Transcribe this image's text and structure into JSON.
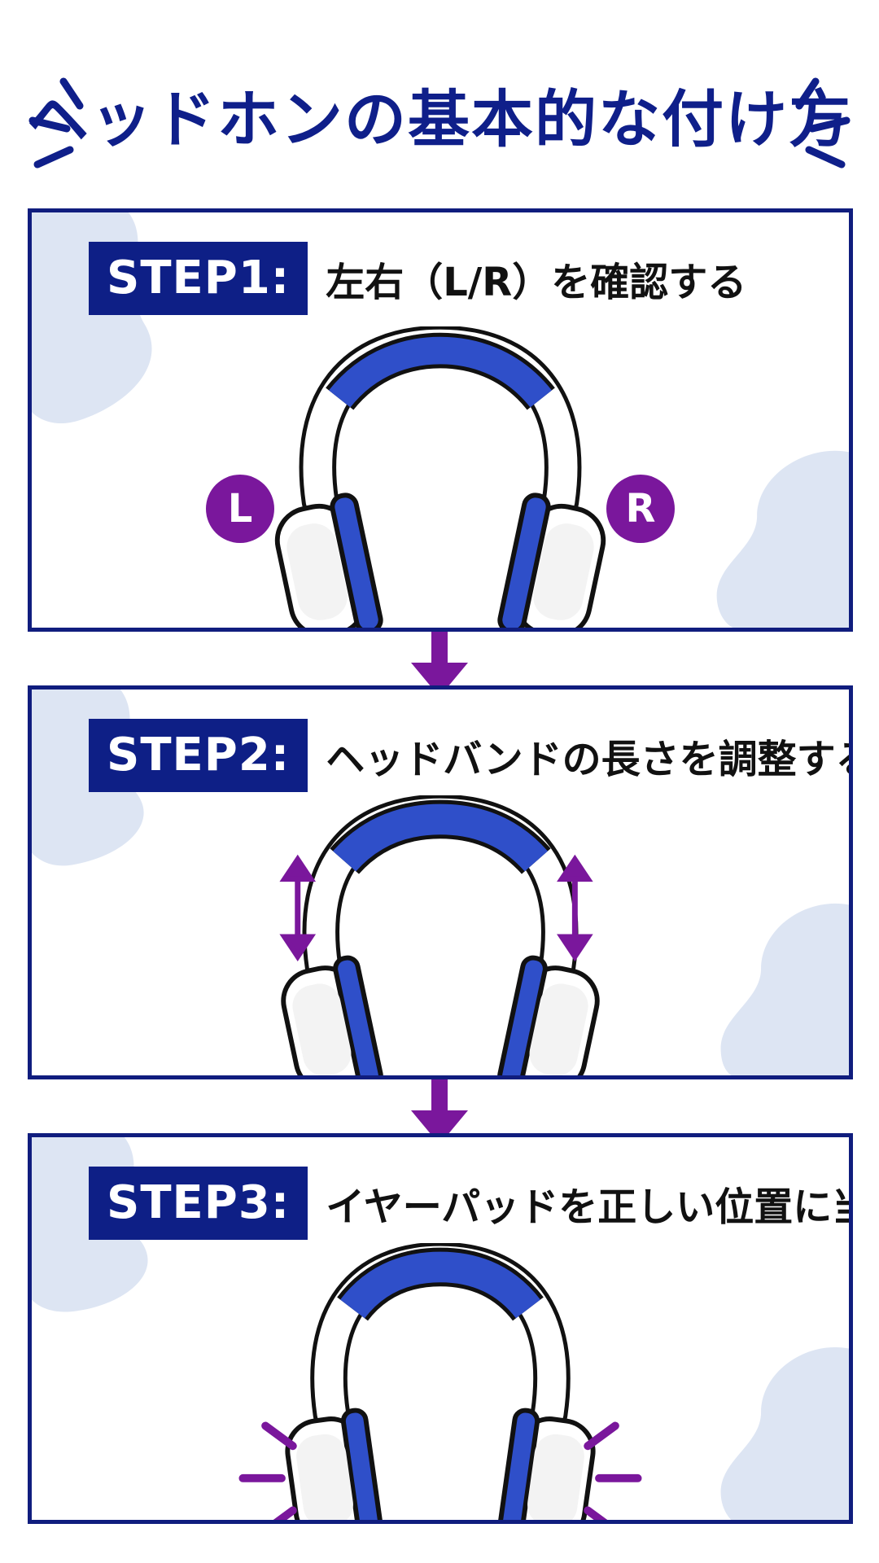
{
  "title": "ヘッドホンの基本的な付け方",
  "steps": [
    {
      "label": "STEP1:",
      "text": "左右（L/R）を確認する",
      "left_badge": "L",
      "right_badge": "R"
    },
    {
      "label": "STEP2:",
      "text": "ヘッドバンドの長さを調整する"
    },
    {
      "label": "STEP3:",
      "text": "イヤーパッドを正しい位置に当てる"
    }
  ],
  "colors": {
    "navy": "#0e1f86",
    "blue": "#2f4fc9",
    "purple": "#7a179c",
    "pale_blue": "#dde5f3"
  },
  "icons": {
    "headphones": "headphones-icon",
    "down_arrow": "down-arrow-icon",
    "adjust_arrow": "up-down-arrow-icon",
    "fit_lines": "fit-lines-icon"
  }
}
